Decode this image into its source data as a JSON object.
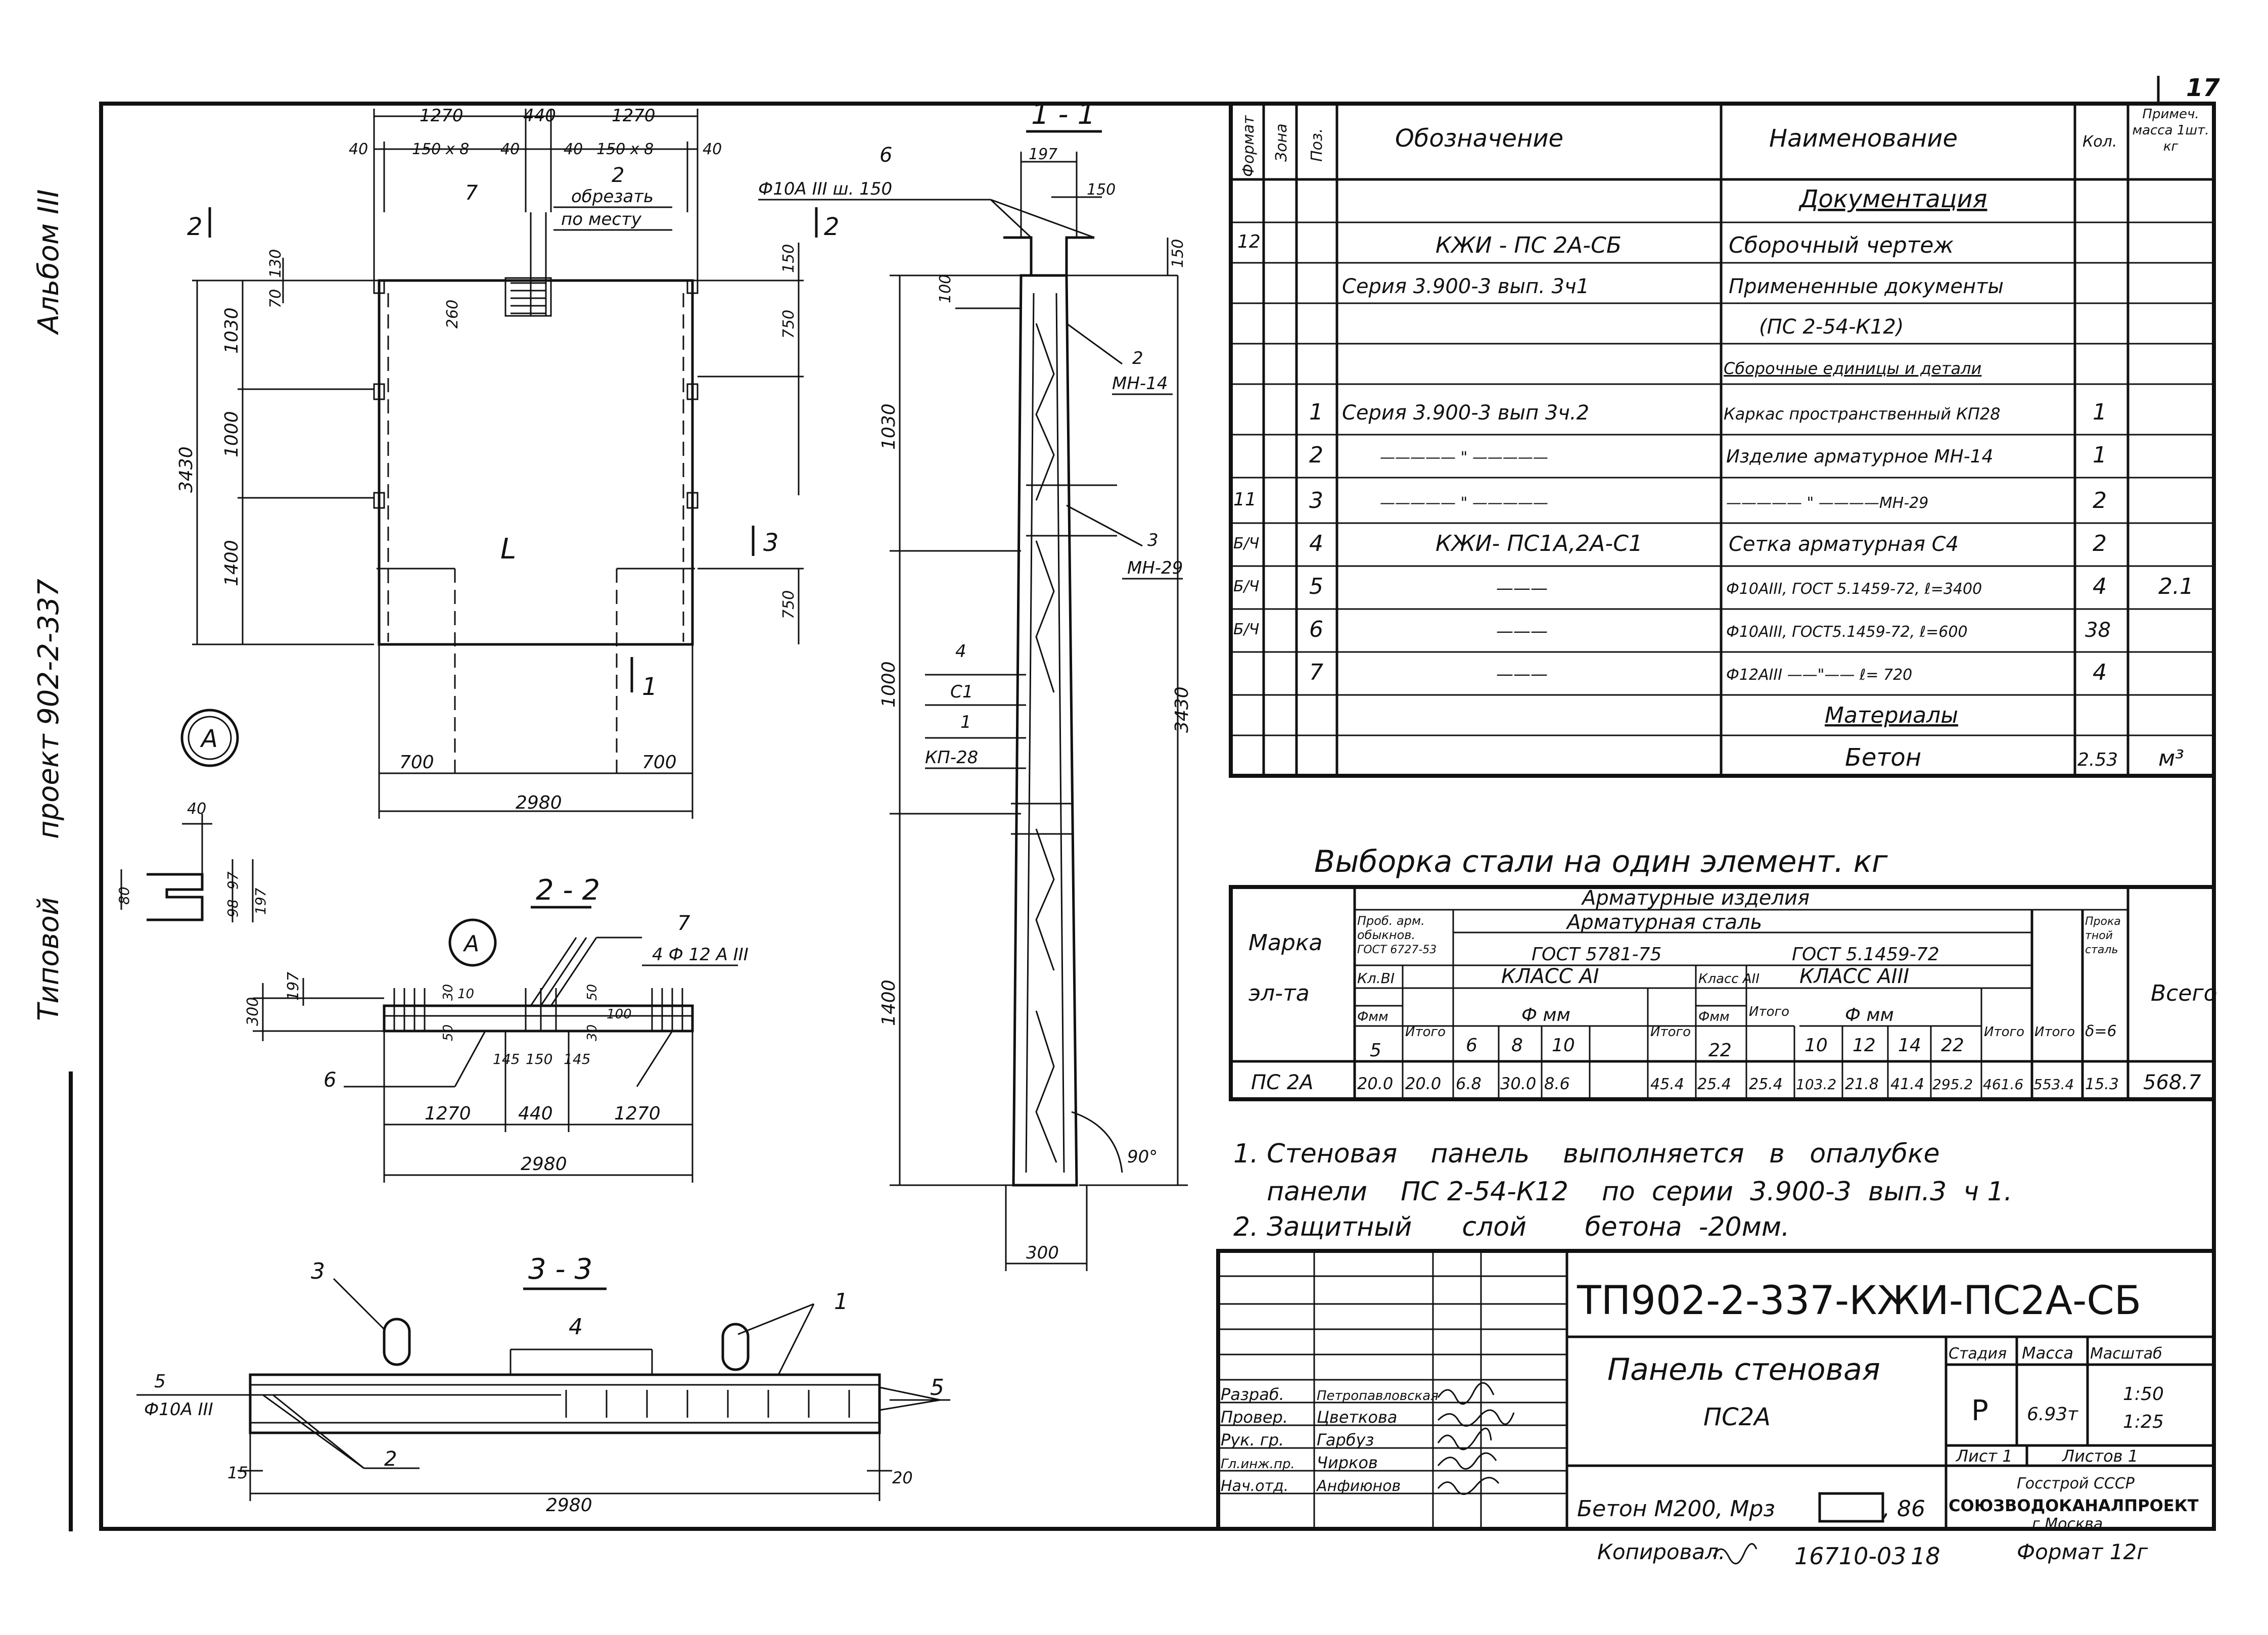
{
  "sheet_no": "17",
  "side_labels": {
    "album": "Альбом III",
    "project": "проект 902-2-337",
    "title": "Типовой"
  },
  "plan": {
    "top_dims": [
      "1270",
      "440",
      "1270"
    ],
    "top_small": [
      "40",
      "150 x 8",
      "40",
      "40",
      "150 x 8",
      "40"
    ],
    "callout_7": "7",
    "callout_2": "2",
    "cut_note": [
      "обрезать",
      "по месту"
    ],
    "left_dims": [
      "1030",
      "1000",
      "1400"
    ],
    "total_height": "3430",
    "small_left": [
      "70",
      "130"
    ],
    "dim_260": "260",
    "right_dims": [
      "150",
      "750",
      "750"
    ],
    "bottom_dims": [
      "700",
      "700"
    ],
    "total_width": "2980",
    "letter_L": "L",
    "section_marks": [
      "2",
      "2",
      "3",
      "1"
    ],
    "detail_mark": "A"
  },
  "detail_a": {
    "dims": [
      "40",
      "97",
      "98",
      "197",
      "80"
    ]
  },
  "section11": {
    "title": "1 - 1",
    "bar_note": "Ф10А III ш. 150",
    "callout_6": "6",
    "top_dims": [
      "197",
      "150",
      "150",
      "100"
    ],
    "left_dims": [
      "1030",
      "1000",
      "1400"
    ],
    "total_height": "3430",
    "labels": [
      {
        "n": "2",
        "m": "МН-14"
      },
      {
        "n": "3",
        "m": "МН-29"
      },
      {
        "n": "4",
        "m": "С1"
      },
      {
        "n": "1",
        "m": "КП-28"
      }
    ],
    "angle": "90°",
    "width": "300"
  },
  "section22": {
    "title": "2 - 2",
    "detail_mark": "A",
    "callout_7": "7",
    "bar": "4 Ф 12 А III",
    "dims_left": [
      "197",
      "300"
    ],
    "small": [
      "30",
      "10",
      "50",
      "50",
      "30",
      "100"
    ],
    "mid_dims": [
      "145",
      "150",
      "145"
    ],
    "callout_6": "6",
    "bottom_dims": [
      "1270",
      "440",
      "1270"
    ],
    "total": "2980"
  },
  "section33": {
    "title": "3 - 3",
    "callouts": [
      "3",
      "4",
      "1",
      "5",
      "5",
      "2"
    ],
    "bar": "Ф10А III",
    "dims": [
      "15",
      "20"
    ],
    "total": "2980"
  },
  "spec": {
    "headers": [
      "Формат",
      "Зона",
      "Поз.",
      "Обозначение",
      "Наименование",
      "Кол.",
      "Примеч. масса 1шт. кг"
    ],
    "rows": [
      {
        "fmt": "",
        "pos": "",
        "des": "",
        "name": "Документация",
        "qty": "",
        "note": "",
        "underline": true
      },
      {
        "fmt": "12",
        "pos": "",
        "des": "КЖИ - ПС 2А-СБ",
        "name": "Сборочный чертеж",
        "qty": "",
        "note": ""
      },
      {
        "fmt": "",
        "pos": "",
        "des": "Серия 3.900-3 вып. 3ч1",
        "name": "Примененные документы",
        "qty": "",
        "note": ""
      },
      {
        "fmt": "",
        "pos": "",
        "des": "",
        "name": "(ПС 2-54-К12)",
        "qty": "",
        "note": ""
      },
      {
        "fmt": "",
        "pos": "",
        "des": "",
        "name": "Сборочные единицы и детали",
        "qty": "",
        "note": "",
        "underline": true
      },
      {
        "fmt": "",
        "pos": "1",
        "des": "Серия 3.900-3 вып 3ч.2",
        "name": "Каркас пространственный КП28",
        "qty": "1",
        "note": ""
      },
      {
        "fmt": "",
        "pos": "2",
        "des": "————— \" —————",
        "name": "Изделие арматурное МН-14",
        "qty": "1",
        "note": ""
      },
      {
        "fmt": "",
        "pos": "3",
        "des": "————— \" —————",
        "name": "————— \" ————МН-29",
        "qty": "2",
        "note": ""
      },
      {
        "fmt": "11",
        "pos": "4",
        "des": "КЖИ- ПС1А,2А-С1",
        "name": "Сетка арматурная   С4",
        "qty": "2",
        "note": ""
      },
      {
        "fmt": "Б/Ч",
        "pos": "5",
        "des": "———",
        "name": "Ф10АIII, ГОСТ 5.1459-72, ℓ=3400",
        "qty": "4",
        "note": "2.1"
      },
      {
        "fmt": "Б/Ч",
        "pos": "6",
        "des": "———",
        "name": "Ф10АIII, ГОСТ5.1459-72, ℓ=600",
        "qty": "38",
        "note": ""
      },
      {
        "fmt": "Б/Ч",
        "pos": "7",
        "des": "———",
        "name": "Ф12АIII ——\"—— ℓ= 720",
        "qty": "4",
        "note": ""
      },
      {
        "fmt": "",
        "pos": "",
        "des": "",
        "name": "Материалы",
        "qty": "",
        "note": "",
        "underline": true
      },
      {
        "fmt": "",
        "pos": "",
        "des": "",
        "name": "Бетон",
        "qty": "2.53",
        "note": "м³"
      }
    ]
  },
  "steel": {
    "title": "Выборка  стали  на  один  элемент. кг",
    "h_products": "Арматурные       изделия",
    "h_steel": "Арматурная       сталь",
    "h_mark": [
      "Марка",
      "эл-та"
    ],
    "h_wire": [
      "Проб. арм.",
      "обыкнов.",
      "ГОСТ 6727-53"
    ],
    "h_gost5781": "ГОСТ     5781-75",
    "h_gost1459": "ГОСТ 5.1459-72",
    "h_rolled": [
      "Прока",
      "тной",
      "сталь"
    ],
    "h_total": "Всего",
    "h_klbi": "Кл.ВI",
    "h_class_ai": "КЛАСС  АI",
    "h_class_aii": "Класс АII",
    "h_class_aiii": "КЛАСС  АIII",
    "h_fmm": "Ф мм",
    "h_fmm2": "Фмм",
    "h_itogo": "Итого",
    "h_itogo2": "Итого",
    "h_itogo3": "Итого",
    "h_itogo4": "Итого",
    "h_itogo5": "Итого",
    "h_delta": "δ=6",
    "diam_wire": "5",
    "diam_ai": [
      "6",
      "8",
      "10"
    ],
    "diam_aii": "22",
    "diam_aiii": [
      "10",
      "12",
      "14",
      "22"
    ],
    "row": {
      "mark": "ПС 2А",
      "v": [
        "20.0",
        "20.0",
        "6.8",
        "30.0",
        "8.6",
        "45.4",
        "25.4",
        "25.4",
        "103.2",
        "21.8",
        "41.4",
        "295.2",
        "461.6",
        "553.4",
        "15.3",
        "568.7"
      ]
    }
  },
  "notes": [
    "1. Стеновая    панель    выполняется   в   опалубке",
    "    панели    ПС 2-54-К12    по  серии  3.900-3  вып.3  ч 1.",
    "2. Защитный      слой       бетона  -20мм."
  ],
  "title_block": {
    "code": "ТП902-2-337-КЖИ-ПС2А-СБ",
    "name1": "Панель  стеновая",
    "name2": "ПС2А",
    "stage_h": "Стадия",
    "mass_h": "Масса",
    "scale_h": "Масштаб",
    "stage": "Р",
    "mass": "6.93т",
    "scale1": "1:50",
    "scale2": "1:25",
    "sheet": "Лист 1",
    "sheets": "Листов 1",
    "org1": "Госстрой СССР",
    "org2": "СОЮЗВОДОКАНАЛПРОЕКТ",
    "org3": "г.Москва",
    "concrete": "Бетон М200, Мрз",
    "concrete_tail": ", 86",
    "roles": [
      {
        "role": "Разраб.",
        "name": "Петропавловская"
      },
      {
        "role": "Провер.",
        "name": "Цветкова"
      },
      {
        "role": "Рук. гр.",
        "name": "Гарбуз"
      },
      {
        "role": "Гл.инж.пр.",
        "name": "Чирков"
      },
      {
        "role": "Нач.отд.",
        "name": "Анфиюнов"
      }
    ]
  },
  "footer": {
    "copied": "Копировал.",
    "number": "16710-03",
    "n18": "18",
    "format": "Формат 12г"
  }
}
